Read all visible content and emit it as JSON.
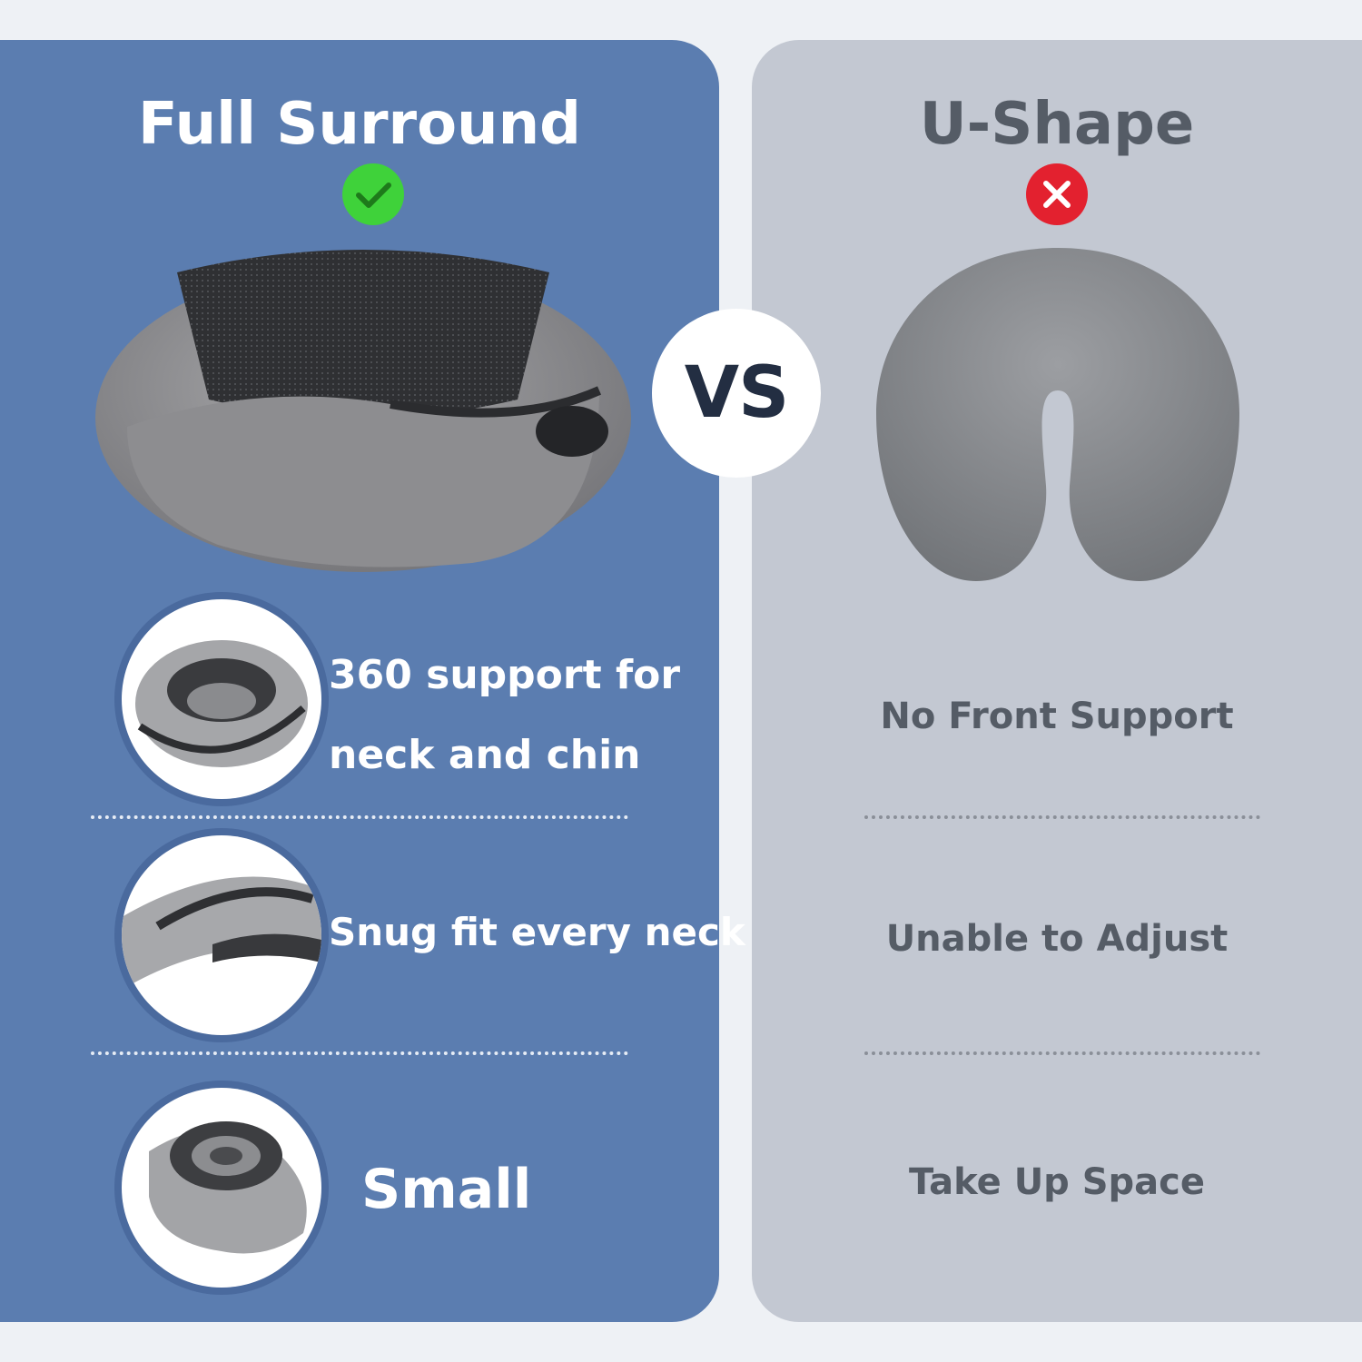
{
  "left": {
    "title": "Full Surround",
    "status_icon": "check-icon",
    "features": [
      {
        "line1": "360 support for",
        "line2": "neck and chin",
        "thumb_icon": "wrap-pillow-icon"
      },
      {
        "label": "Snug fit every neck",
        "thumb_icon": "adjustable-pillow-icon"
      },
      {
        "label": "Small",
        "thumb_icon": "rolled-pillow-icon"
      }
    ]
  },
  "vs_label": "VS",
  "right": {
    "title": "U-Shape",
    "status_icon": "cross-icon",
    "cons": [
      "No Front Support",
      "Unable to Adjust",
      "Take Up Space"
    ]
  },
  "colors": {
    "left_panel": "#5b7db0",
    "right_panel": "#c3c8d2",
    "check": "#3fd23a",
    "cross": "#e3212f",
    "vs_text": "#232e42"
  }
}
